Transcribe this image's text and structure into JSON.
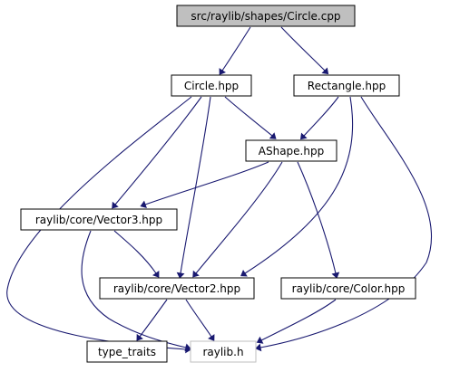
{
  "colors": {
    "edge": "#191970",
    "node_border": "#000000",
    "node_fill": "#ffffff",
    "root_fill": "#bfbfbf",
    "system_border": "#bfbfbf"
  },
  "nodes": {
    "root": "src/raylib/shapes/Circle.cpp",
    "circle": "Circle.hpp",
    "rectangle": "Rectangle.hpp",
    "ashape": "AShape.hpp",
    "vector3": "raylib/core/Vector3.hpp",
    "vector2": "raylib/core/Vector2.hpp",
    "color": "raylib/core/Color.hpp",
    "type_traits": "type_traits",
    "raylib": "raylib.h"
  },
  "edges": [
    {
      "from": "root",
      "to": "circle"
    },
    {
      "from": "root",
      "to": "rectangle"
    },
    {
      "from": "circle",
      "to": "raylib"
    },
    {
      "from": "circle",
      "to": "ashape"
    },
    {
      "from": "circle",
      "to": "vector3"
    },
    {
      "from": "circle",
      "to": "vector2"
    },
    {
      "from": "rectangle",
      "to": "ashape"
    },
    {
      "from": "rectangle",
      "to": "vector2"
    },
    {
      "from": "rectangle",
      "to": "raylib"
    },
    {
      "from": "ashape",
      "to": "vector3"
    },
    {
      "from": "ashape",
      "to": "vector2"
    },
    {
      "from": "ashape",
      "to": "color"
    },
    {
      "from": "vector3",
      "to": "vector2"
    },
    {
      "from": "vector3",
      "to": "raylib"
    },
    {
      "from": "vector2",
      "to": "type_traits"
    },
    {
      "from": "vector2",
      "to": "raylib"
    },
    {
      "from": "color",
      "to": "raylib"
    }
  ]
}
